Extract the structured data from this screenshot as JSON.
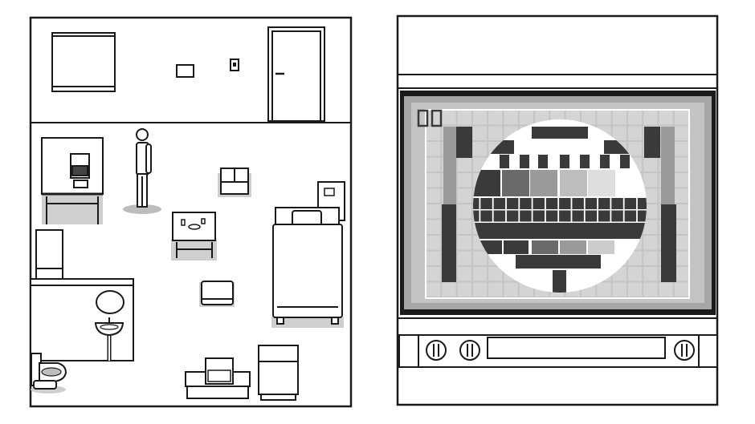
{
  "scene": {
    "left_panel": "room-view",
    "right_panel": "tv-closeup",
    "tv_screen": {
      "content": "test-card",
      "icon": "pause-icon"
    }
  },
  "colors": {
    "outline": "#1a1a1a",
    "shadow": "#cfcfcf",
    "tv_frame": "#a6a6a6",
    "tv_grid": "#d4d4d4",
    "dark": "#3a3a3a",
    "grey_steps": [
      "#3a3a3a",
      "#6a6a6a",
      "#9a9a9a",
      "#bdbdbd",
      "#dedede"
    ]
  }
}
